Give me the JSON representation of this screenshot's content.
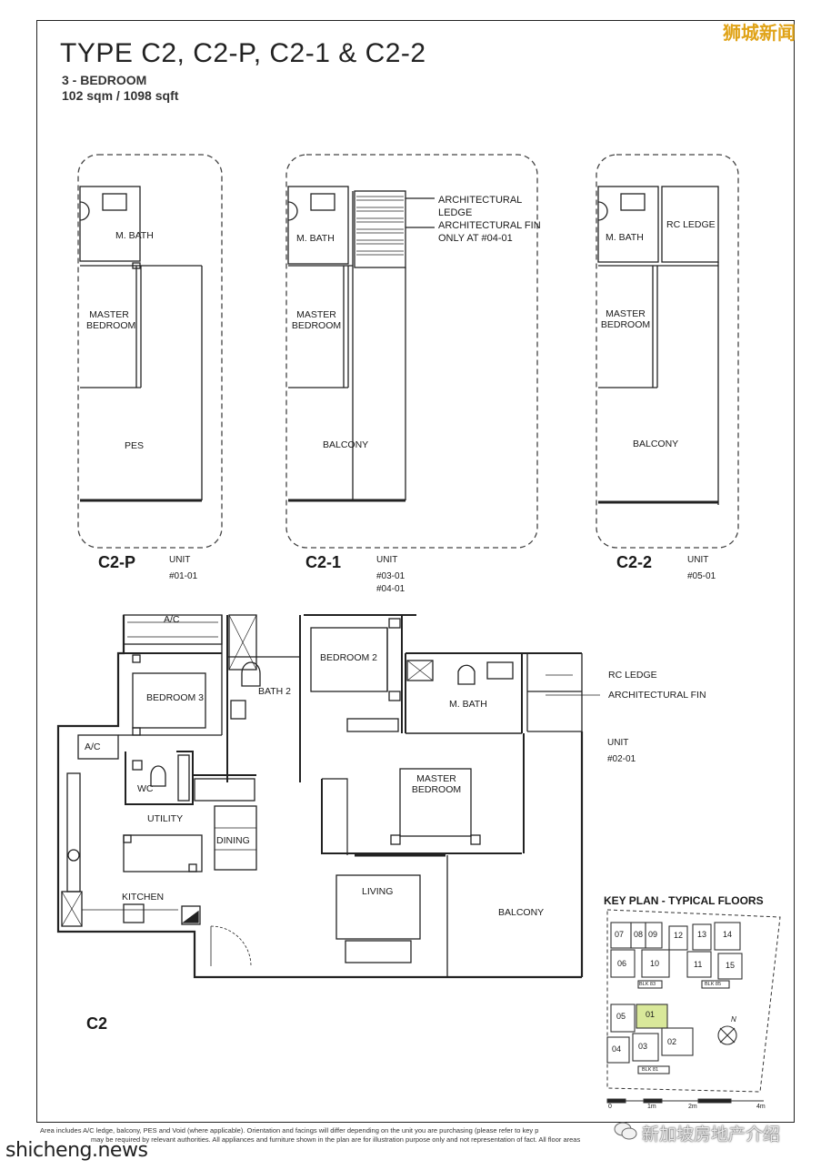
{
  "watermark_top": "狮城新闻",
  "header": {
    "title": "TYPE C2, C2-P, C2-1 & C2-2",
    "bedroom": "3 - BEDROOM",
    "area": "102 sqm / 1098 sqft"
  },
  "variants": [
    {
      "code": "C2-P",
      "unit_label": "UNIT",
      "units": [
        "#01-01"
      ],
      "bath": "M. BATH",
      "bedroom": [
        "MASTER",
        "BEDROOM"
      ],
      "outdoor": "PES"
    },
    {
      "code": "C2-1",
      "unit_label": "UNIT",
      "units": [
        "#03-01",
        "#04-01"
      ],
      "bath": "M. BATH",
      "bedroom": [
        "MASTER",
        "BEDROOM"
      ],
      "outdoor": "BALCONY",
      "notes": [
        "ARCHITECTURAL",
        "LEDGE",
        "ARCHITECTURAL FIN",
        "ONLY AT #04-01"
      ]
    },
    {
      "code": "C2-2",
      "unit_label": "UNIT",
      "units": [
        "#05-01"
      ],
      "bath": "M. BATH",
      "bedroom": [
        "MASTER",
        "BEDROOM"
      ],
      "outdoor": "BALCONY",
      "ledge": "RC LEDGE"
    }
  ],
  "main_plan": {
    "code": "C2",
    "unit_label": "UNIT",
    "unit": "#02-01",
    "rooms": {
      "ac_top": "A/C",
      "ac_left": "A/C",
      "bedroom3": "BEDROOM 3",
      "bath2": "BATH 2",
      "bedroom2": "BEDROOM 2",
      "mbath": "M. BATH",
      "wc": "WC",
      "utility": "UTILITY",
      "dining": "DINING",
      "master1": "MASTER",
      "master2": "BEDROOM",
      "kitchen": "KITCHEN",
      "living": "LIVING",
      "balcony": "BALCONY"
    },
    "callouts": [
      "RC LEDGE",
      "ARCHITECTURAL FIN"
    ]
  },
  "key_plan": {
    "title": "KEY PLAN - TYPICAL FLOORS",
    "units": [
      "07",
      "08",
      "09",
      "12",
      "13",
      "14",
      "06",
      "10",
      "11",
      "15",
      "05",
      "01",
      "04",
      "03",
      "02"
    ],
    "blocks": [
      "BLK 83",
      "BLK 85",
      "BLK 81"
    ],
    "highlight_color": "#d9e89a"
  },
  "scale": [
    "0",
    "1m",
    "2m",
    "4m"
  ],
  "footnote": [
    "Area includes A/C ledge, balcony, PES and Void (where applicable). Orientation and facings will differ depending on the unit you are purchasing (please refer to key p",
    "may be required by relevant authorities. All appliances and furniture shown in the plan are for illustration purpose only and not representation of fact. All floor areas"
  ],
  "watermark_site": "shicheng.news",
  "watermark_wechat": "新加坡房地产介绍"
}
